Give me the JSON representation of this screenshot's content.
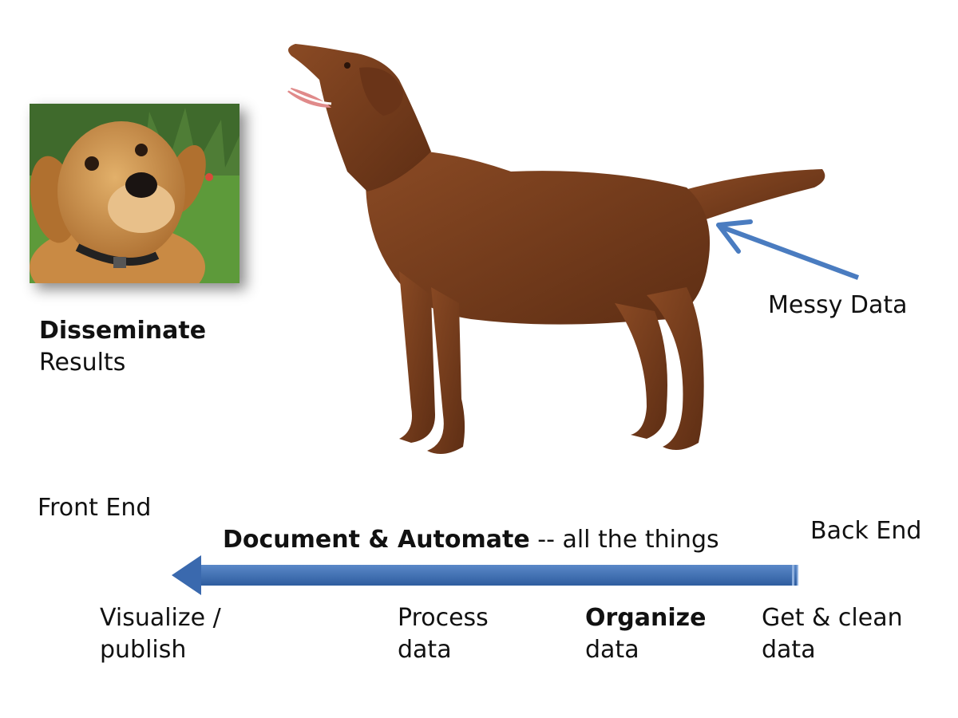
{
  "left_panel": {
    "title_bold": "Disseminate",
    "subtitle": "Results"
  },
  "dog": {
    "callout": "Messy Data"
  },
  "pipeline": {
    "front_end": "Front End",
    "back_end": "Back End",
    "banner_bold": "Document & Automate",
    "banner_rest": " -- all the things",
    "arrow_color": "#3e6fb6",
    "stages": [
      {
        "line1": "Visualize /",
        "line2": "publish",
        "bold": false
      },
      {
        "line1": "Process",
        "line2": "data",
        "bold": false
      },
      {
        "line1": "Organize",
        "line2": "data",
        "bold": true
      },
      {
        "line1": "Get & clean",
        "line2": "data",
        "bold": false
      }
    ]
  },
  "colors": {
    "arrow": "#3e6fb6",
    "dog_fur": "#7a3d1c",
    "puppy_fur": "#c8893f"
  }
}
